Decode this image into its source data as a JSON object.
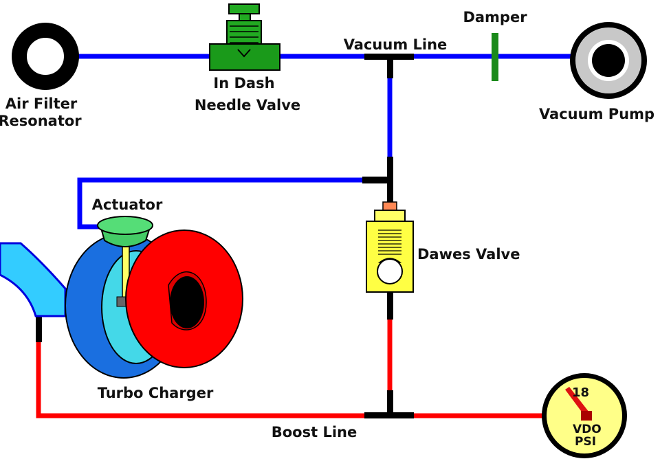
{
  "labels": {
    "air_filter_line1": "Air Filter",
    "air_filter_line2": "Resonator",
    "needle_valve_line1": "In Dash",
    "needle_valve_line2": "Needle Valve",
    "vacuum_line": "Vacuum Line",
    "damper": "Damper",
    "vacuum_pump": "Vacuum Pump",
    "actuator": "Actuator",
    "dawes_valve": "Dawes Valve",
    "turbo_charger": "Turbo Charger",
    "boost_line": "Boost Line"
  },
  "gauge": {
    "reading": "18",
    "brand": "VDO",
    "unit": "PSI"
  },
  "colors": {
    "vacuum_line": "#0000ff",
    "boost_line": "#ff0000",
    "junction": "#000000",
    "needle_valve": "#1a9a1a",
    "damper": "#1a8a1a",
    "turbo_housing": "#1a6fe0",
    "turbo_inner": "#44d8e8",
    "intake": "#33ccff",
    "compressor": "#ff0000",
    "actuator": "#44cc66",
    "dawes_valve": "#ffff44",
    "gauge_face": "#ffff88",
    "pump_ring": "#c8c8c8"
  }
}
